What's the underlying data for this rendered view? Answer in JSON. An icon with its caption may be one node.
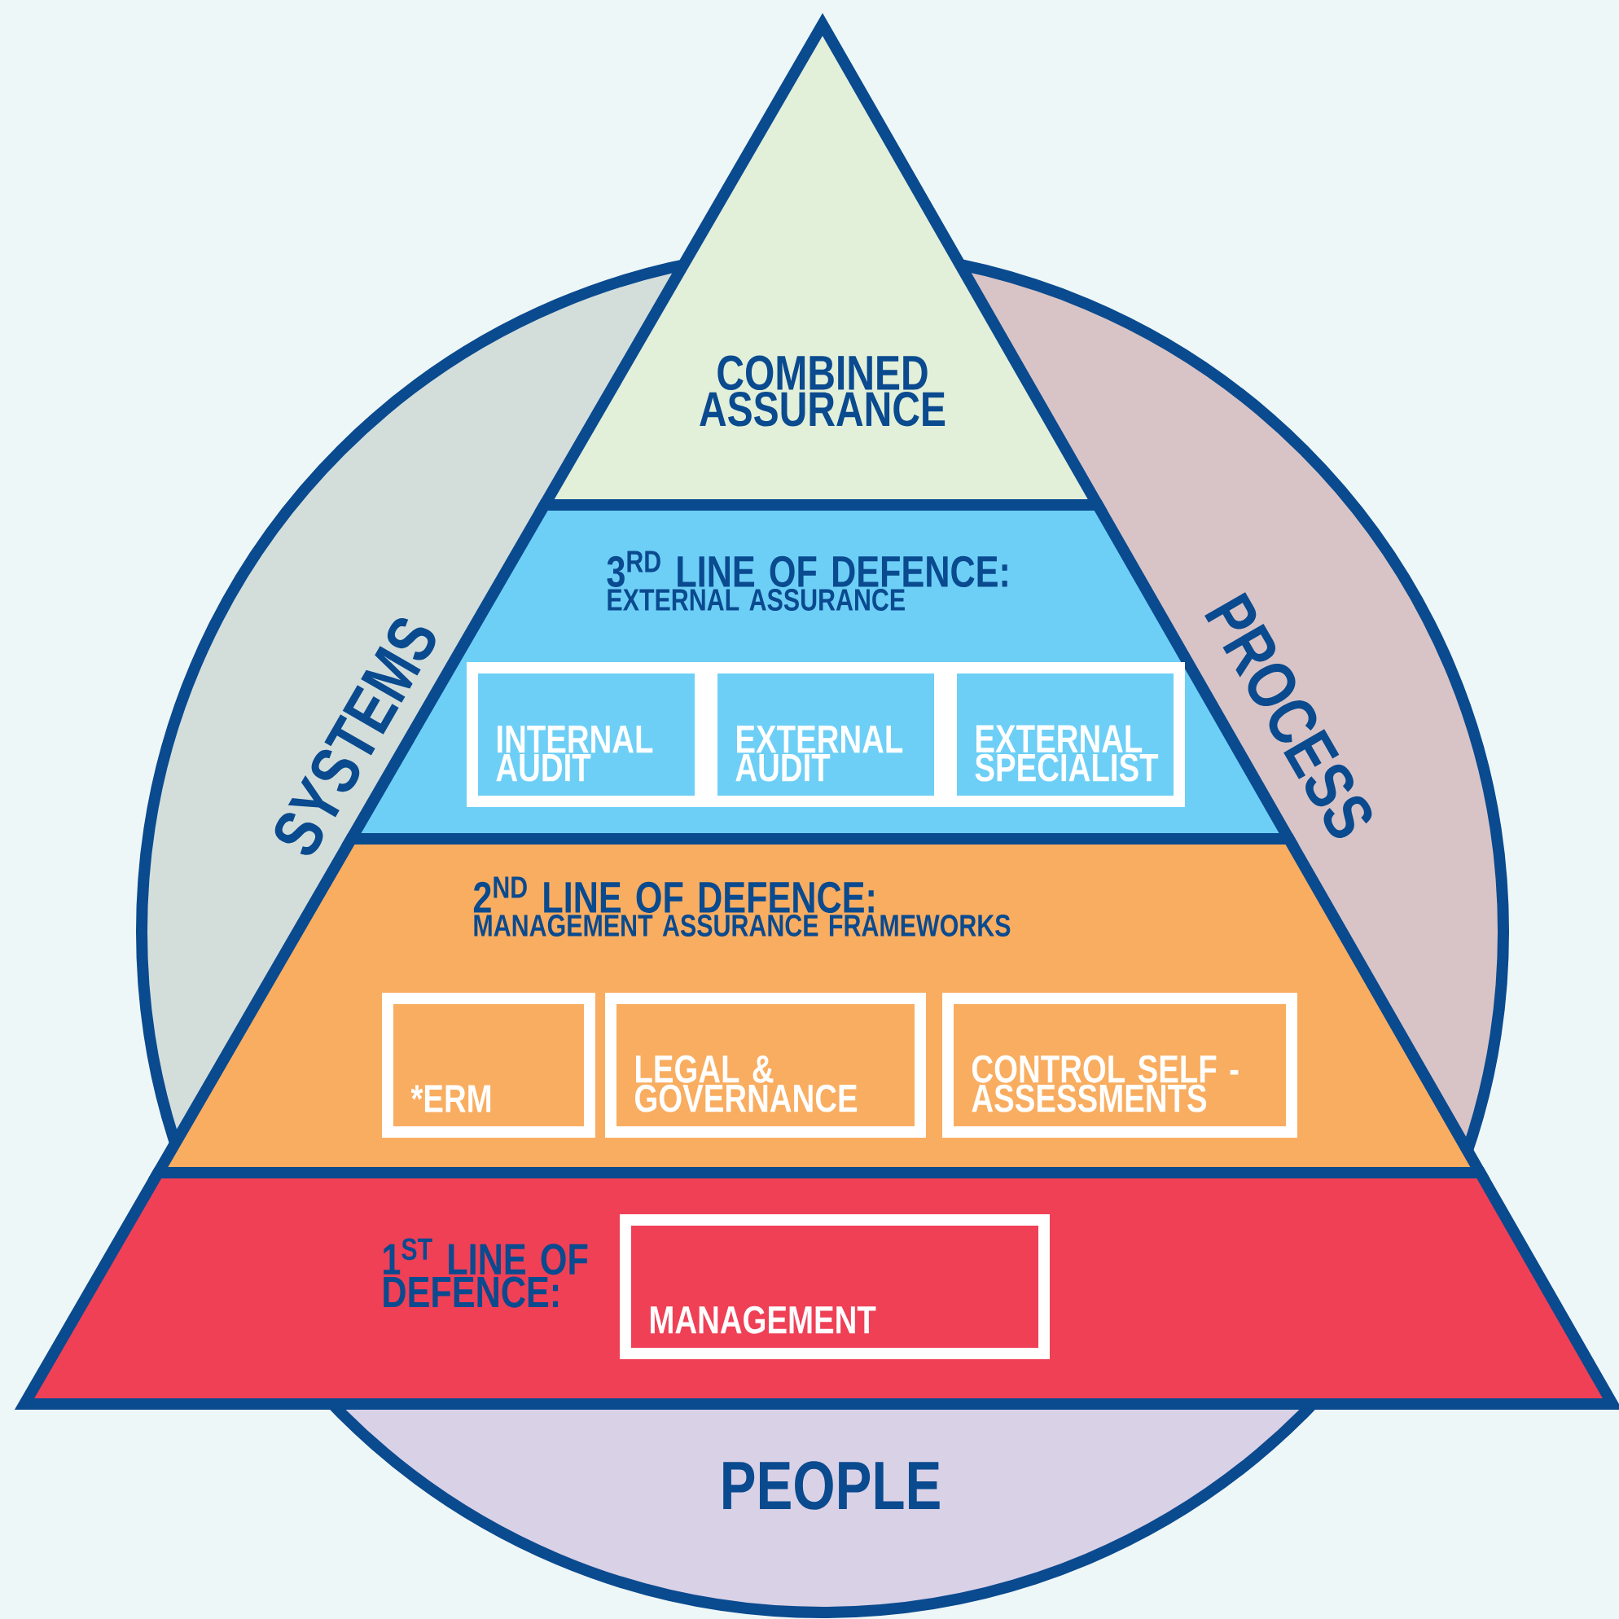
{
  "diagram": {
    "nodes": [
      {
        "text": [
          "COMBINED ASSURANCE"
        ]
      },
      {
        "text": [
          "3$^{RD}$ LINE OF DEFENCE:",
          "EXTERNAL ASSURANCE"
        ]
      },
      {
        "text": [
          "INTERNAL AUDIT"
        ],
        "in": 1
      },
      {
        "text": [
          "EXTERNAL AUDIT"
        ],
        "in": 1
      },
      {
        "text": [
          "EXTERNAL SPECIALIST"
        ],
        "in": 1
      },
      {
        "text": [
          "2$^{ND}$ LINE OF DEFENCE:",
          "MANAGEMENT ASSURANCE FRAMEWORKS"
        ]
      },
      {
        "text": [
          "*ERM"
        ],
        "in": 5
      },
      {
        "text": [
          "LEGAL & GOVERNANCE"
        ],
        "in": 5
      },
      {
        "text": [
          "CONTROL SELF - ASSESSMENTS"
        ],
        "in": 5
      },
      {
        "text": [
          "1$^{ST}$ LINE OF DEFENCE:"
        ]
      },
      {
        "text": [
          "MANAGEMENT"
        ],
        "in": 9
      },
      {
        "text": [
          "SYSTEMS"
        ]
      },
      {
        "text": [
          "PROCESS"
        ]
      },
      {
        "text": [
          "PEOPLE"
        ]
      }
    ]
  }
}
